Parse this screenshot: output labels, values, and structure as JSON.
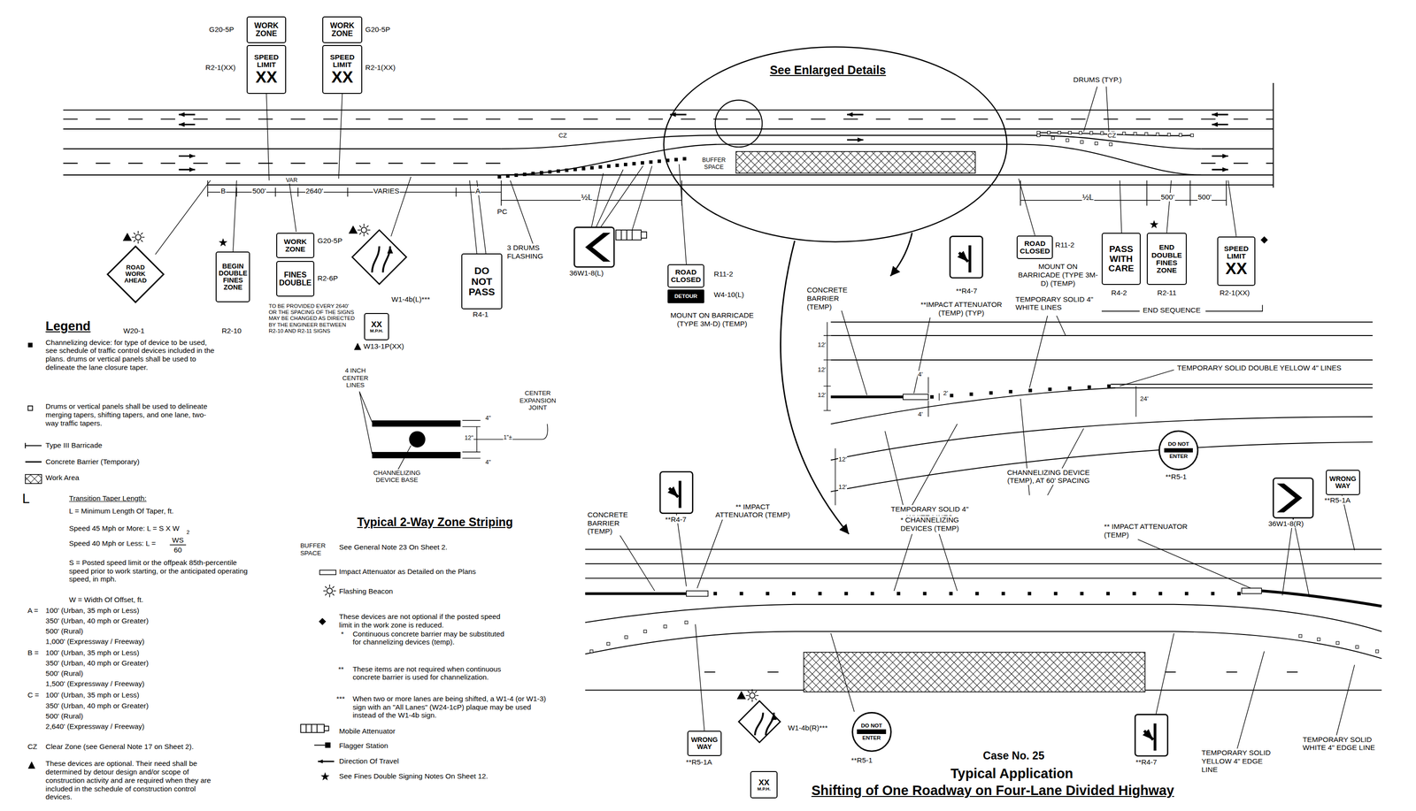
{
  "diagram": {
    "title": "Shifting of One Roadway on Four-Lane Divided Highway",
    "nodes": [
      {
        "text": [
          "WORK ZONE"
        ]
      },
      {
        "text": [
          "SPEED LIMIT",
          "XX"
        ]
      },
      {
        "text": [
          "WORK ZONE"
        ]
      },
      {
        "text": [
          "SPEED LIMIT",
          "XX"
        ]
      },
      {
        "text": [
          "ROAD WORK AHEAD"
        ]
      },
      {
        "text": [
          "BEGIN DOUBLE FINES ZONE"
        ]
      },
      {
        "text": [
          "WORK ZONE"
        ]
      },
      {
        "text": [
          "FINES DOUBLE"
        ]
      },
      {
        "text": [
          "XX",
          "M.P.H."
        ]
      },
      {
        "text": [
          "DO NOT PASS"
        ]
      },
      {
        "text": [
          "ROAD CLOSED"
        ]
      },
      {
        "text": [
          "DETOUR"
        ]
      },
      {
        "text": [
          "ROAD CLOSED"
        ]
      },
      {
        "text": [
          "PASS WITH CARE"
        ]
      },
      {
        "text": [
          "END DOUBLE FINES ZONE"
        ]
      },
      {
        "text": [
          "SPEED LIMIT",
          "XX"
        ]
      },
      {
        "text": [
          "DO NOT",
          "ENTER"
        ]
      },
      {
        "text": [
          "WRONG WAY"
        ]
      },
      {
        "text": [
          "WRONG WAY"
        ]
      },
      {
        "text": [
          "DO NOT",
          "ENTER"
        ]
      },
      {
        "text": [
          "XX",
          "M.P.H."
        ]
      }
    ],
    "labels": [
      "G20-5P",
      "R2-1(XX)",
      "G20-5P",
      "R2-1(XX)",
      "See Enlarged Details",
      "DRUMS (TYP.)",
      "CZ",
      "BUFFER SPACE",
      "CZ",
      "B",
      "500'",
      "VAR",
      "2640'",
      "VARIES",
      "A",
      "PC",
      "½L",
      "½L",
      "500'",
      "500'",
      "W20-1",
      "R2-10",
      "G20-5P",
      "R2-6P",
      "TO BE PROVIDED EVERY 2640' OR THE SPACING OF THE SIGNS MAY BE CHANGED AS DIRECTED BY THE ENGINEER BETWEEN R2-10 AND R2-11 SIGNS",
      "W1-4b(L)***",
      "W13-1P(XX)",
      "R4-1",
      "3 DRUMS FLASHING",
      "36W1-8(L)",
      "R11-2",
      "W4-10(L)",
      "MOUNT ON BARRICADE (TYPE 3M-D) (TEMP)",
      "R11-2",
      "MOUNT ON BARRICADE (TYPE 3M-D) (TEMP)",
      "**R4-7",
      "R4-2",
      "R2-11",
      "R2-1(XX)",
      "END SEQUENCE",
      "CONCRETE BARRIER (TEMP)",
      "**IMPACT ATTENUATOR (TEMP) (TYP)",
      "TEMPORARY SOLID 4\" WHITE LINES",
      "TEMPORARY SOLID DOUBLE YELLOW 4\" LINES",
      "12'",
      "12'",
      "12'",
      "12'",
      "12'",
      "4'",
      "2'",
      "4'",
      "24'",
      "TEMPORARY SOLID 4\" WHITE LINES",
      "CHANNELIZING DEVICE (TEMP), AT 60' SPACING",
      "**R5-1",
      "**R5-1A",
      "36W1-8(R)",
      "CONCRETE BARRIER (TEMP)",
      "**R4-7",
      "** IMPACT ATTENUATOR (TEMP)",
      "* CHANNELIZING DEVICES (TEMP)",
      "** IMPACT ATTENUATOR (TEMP)",
      "**R5-1A",
      "W1-4b(R)***",
      "**R5-1",
      "**R4-7",
      "TEMPORARY SOLID YELLOW 4\" EDGE LINE",
      "TEMPORARY SOLID WHITE 4\" EDGE LINE",
      "Case No. 25",
      "Typical Application",
      "4 INCH CENTER LINES",
      "CENTER EXPANSION JOINT",
      "4\"",
      "12\"",
      "1\"±",
      "4\"",
      "CHANNELIZING DEVICE BASE",
      "Typical 2-Way Zone Striping",
      "Legend",
      "L",
      "Transition Taper Length:",
      "L = Minimum Length Of Taper, ft.",
      "Speed 45 Mph or More: L = S X W",
      "Speed 40 Mph or Less: L =",
      "WS",
      "2",
      "60",
      "S = Posted speed limit or the offpeak 85th-percentile speed prior to work starting, or the anticipated operating speed, in mph.",
      "W = Width Of Offset, ft.",
      "A =",
      "100' (Urban, 35 mph or Less)",
      "350' (Urban, 40 mph or Greater)",
      "500' (Rural)",
      "1,000' (Expressway / Freeway)",
      "B =",
      "100' (Urban, 35 mph or Less)",
      "350' (Urban, 40 mph or Greater)",
      "500' (Rural)",
      "1,500' (Expressway / Freeway)",
      "C =",
      "100' (Urban, 35 mph or Less)",
      "350' (Urban, 40 mph or Greater)",
      "500' (Rural)",
      "2,640' (Expressway / Freeway)",
      "CZ",
      "Clear Zone (see General Note 17 on Sheet 2).",
      "BUFFER SPACE",
      "See General Note 23 On Sheet 2.",
      "*",
      "Continuous concrete barrier may be substituted for channelizing devices (temp).",
      "**",
      "These items are not required when continuous concrete barrier is used for channelization.",
      "***",
      "When two or more lanes are being shifted, a W1-4 (or W1-3) sign with an \"All Lanes\" (W24-1cP) plaque may be used instead of the W1-4b sign."
    ],
    "legend": [
      {
        "text": "Channelizing device: for type of device to be used, see schedule of traffic control devices included in the plans. drums or vertical panels shall be used to delineate the lane closure taper."
      },
      {
        "text": "Drums or vertical panels shall be used to delineate merging tapers, shifting tapers, and one lane, two-way traffic tapers."
      },
      {
        "text": "Type III Barricade"
      },
      {
        "text": "Concrete Barrier (Temporary)"
      },
      {
        "text": "Work Area"
      },
      {
        "text": "These devices are optional. Their need shall be determined by detour design and/or scope of construction activity and are required when they are included in the schedule of construction control devices."
      },
      {
        "text": "Impact Attenuator as Detailed on the Plans"
      },
      {
        "text": "Flashing Beacon"
      },
      {
        "text": "These devices are not optional if the posted speed limit in the work zone is reduced."
      },
      {
        "text": "Mobile Attenuator"
      },
      {
        "text": "Flagger Station"
      },
      {
        "text": "Direction Of Travel"
      },
      {
        "text": "See Fines Double Signing Notes On Sheet 12."
      }
    ]
  }
}
